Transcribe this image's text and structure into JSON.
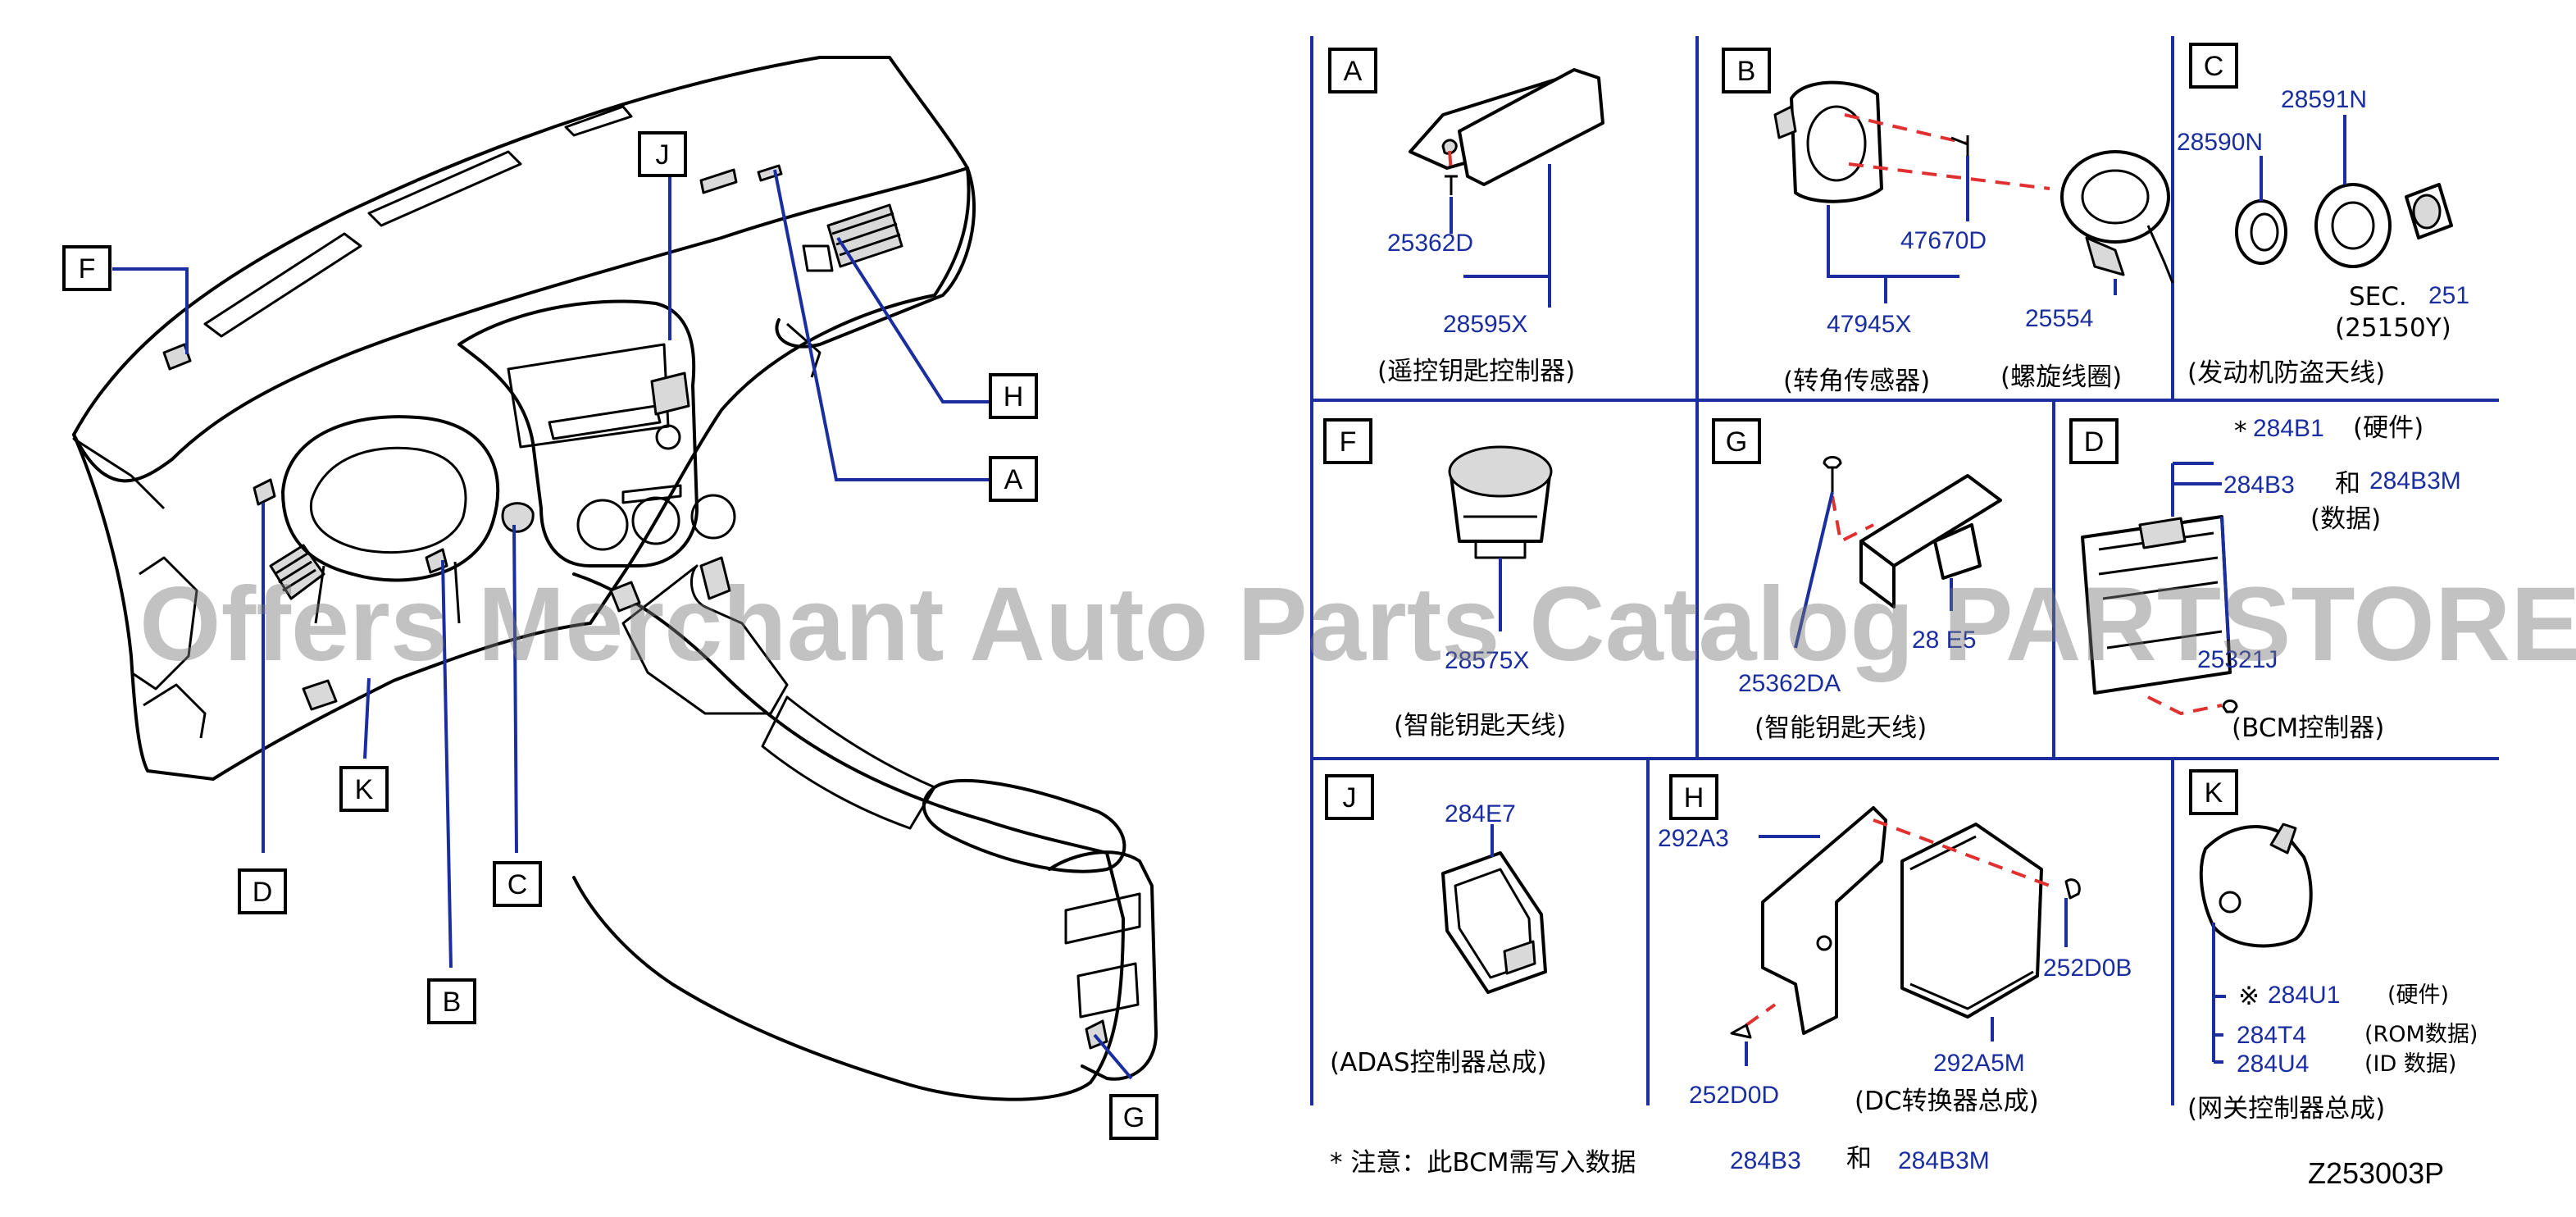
{
  "watermark": "Offers Merchant Auto Parts Catalog PARTSTORE.SA",
  "diagram_code": "Z253003P",
  "overview_callouts": [
    "F",
    "J",
    "H",
    "A",
    "D",
    "K",
    "C",
    "B",
    "G"
  ],
  "panels": {
    "A": {
      "letter": "A",
      "parts": [
        "25362D",
        "28595X"
      ],
      "caption": "(遥控钥匙控制器)"
    },
    "B": {
      "letter": "B",
      "parts": [
        "47670D",
        "47945X",
        "25554"
      ],
      "caption": "(转角传感器)",
      "caption2": "(螺旋线圈)"
    },
    "C": {
      "letter": "C",
      "parts": [
        "28590N",
        "28591N",
        "251"
      ],
      "sec": "SEC.",
      "sec_ref": "(25150Y)",
      "caption": "(发动机防盗天线)"
    },
    "F": {
      "letter": "F",
      "parts": [
        "28575X"
      ],
      "caption": "(智能钥匙天线)"
    },
    "G": {
      "letter": "G",
      "parts": [
        "25362DA",
        "28 E5"
      ],
      "caption": "(智能钥匙天线)"
    },
    "D": {
      "letter": "D",
      "star": "*",
      "parts": [
        "284B1",
        "284B3",
        "284B3M",
        "25321J"
      ],
      "note_hw": "(硬件)",
      "and": "和",
      "note_data": "(数据)",
      "caption": "(BCM控制器)"
    },
    "J": {
      "letter": "J",
      "parts": [
        "284E7"
      ],
      "caption": "(ADAS控制器总成)"
    },
    "H": {
      "letter": "H",
      "parts": [
        "292A3",
        "252D0B",
        "292A5M",
        "252D0D"
      ],
      "caption": "(DC转换器总成)"
    },
    "K": {
      "letter": "K",
      "mark": "※",
      "parts": [
        "284U1",
        "284T4",
        "284U4"
      ],
      "notes": [
        "(硬件)",
        "(ROM数据)",
        "(ID   数据)"
      ],
      "caption": "(网关控制器总成)"
    }
  },
  "footnote": {
    "text": "* 注意：此BCM需写入数据",
    "part1": "284B3",
    "and": "和",
    "part2": "284B3M"
  },
  "colors": {
    "part_number": "#1a2ea0",
    "divider": "#1a2ea0",
    "dashed_connector": "#e03030",
    "outline": "#000000"
  }
}
